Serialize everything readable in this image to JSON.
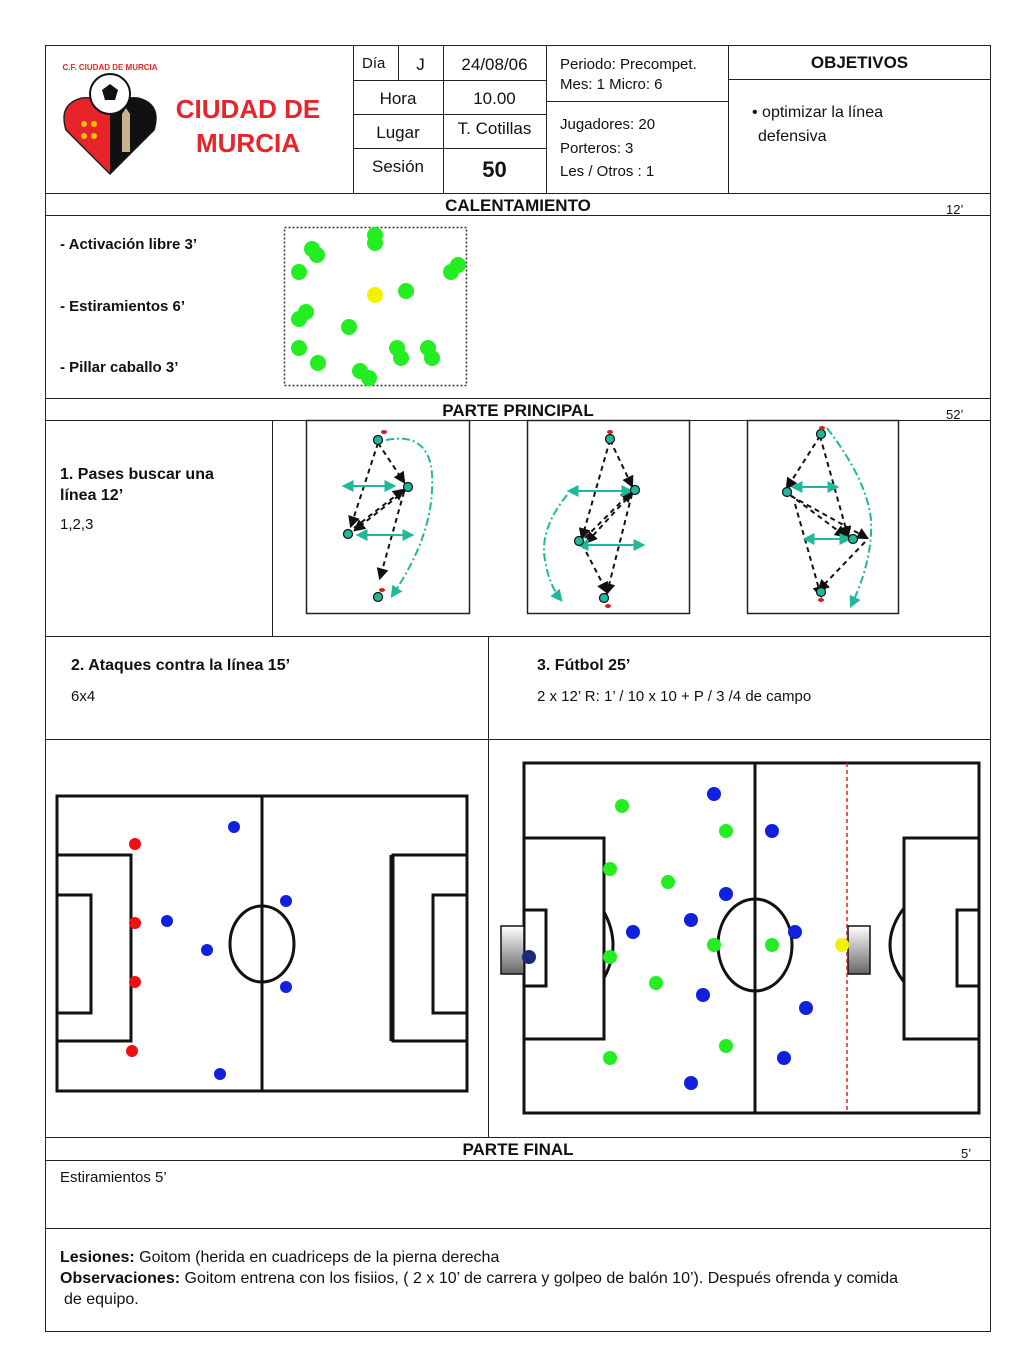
{
  "club": {
    "name_line1": "CIUDAD DE",
    "name_line2": "MURCIA",
    "logo_text": "C.F. CIUDAD DE MURCIA"
  },
  "header": {
    "dia_label": "Día",
    "dia_value": "J",
    "date": "24/08/06",
    "hora_label": "Hora",
    "hora_value": "10.00",
    "lugar_label": "Lugar",
    "lugar_value": "T. Cotillas",
    "sesion_label": "Sesión",
    "sesion_value": "50",
    "periodo": "Periodo: Precompet.",
    "mes_micro": "Mes: 1  Micro: 6",
    "jugadores": "Jugadores:  20",
    "porteros": "Porteros: 3",
    "les_otros": "Les / Otros : 1",
    "objetivos_title": "OBJETIVOS",
    "objetivo_1_line1": "• optimizar la línea",
    "objetivo_1_line2": "defensiva"
  },
  "calentamiento": {
    "title": "CALENTAMIENTO",
    "time": "12’",
    "items": [
      "- Activación libre 3’",
      "- Estiramientos 6’",
      "- Pillar caballo 3’"
    ]
  },
  "parte_principal": {
    "title": "PARTE PRINCIPAL",
    "time": "52’",
    "ex1_title_line1": "1.  Pases buscar una",
    "ex1_title_line2": "línea 12’",
    "ex1_detail": "1,2,3",
    "ex2_title": "2. Ataques contra la línea 15’",
    "ex2_detail": "6x4",
    "ex3_title": "3. Fútbol   25’",
    "ex3_detail": "2 x 12’  R: 1’   /   10 x 10 + P  /    3 /4  de campo"
  },
  "parte_final": {
    "title": "PARTE FINAL",
    "time": "5’",
    "detail": "Estiramientos  5’"
  },
  "footer": {
    "lesiones_label": "Lesiones:",
    "lesiones_text": " Goitom (herida en cuadriceps de la pierna derecha",
    "obs_label": "Observaciones:",
    "obs_text": " Goitom entrena con los fisiios, ( 2 x 10’ de carrera y  golpeo de balón 10’). Después ofrenda y comida",
    "obs_text_2": "de equipo."
  },
  "colors": {
    "club_red": "#e8242b",
    "green_player": "#22ee22",
    "yellow_player": "#f2f200",
    "red_player": "#ee1111",
    "blue_player": "#1020dd",
    "teal_arrow": "#1fb89a",
    "navy_player": "#1a2a7a"
  }
}
